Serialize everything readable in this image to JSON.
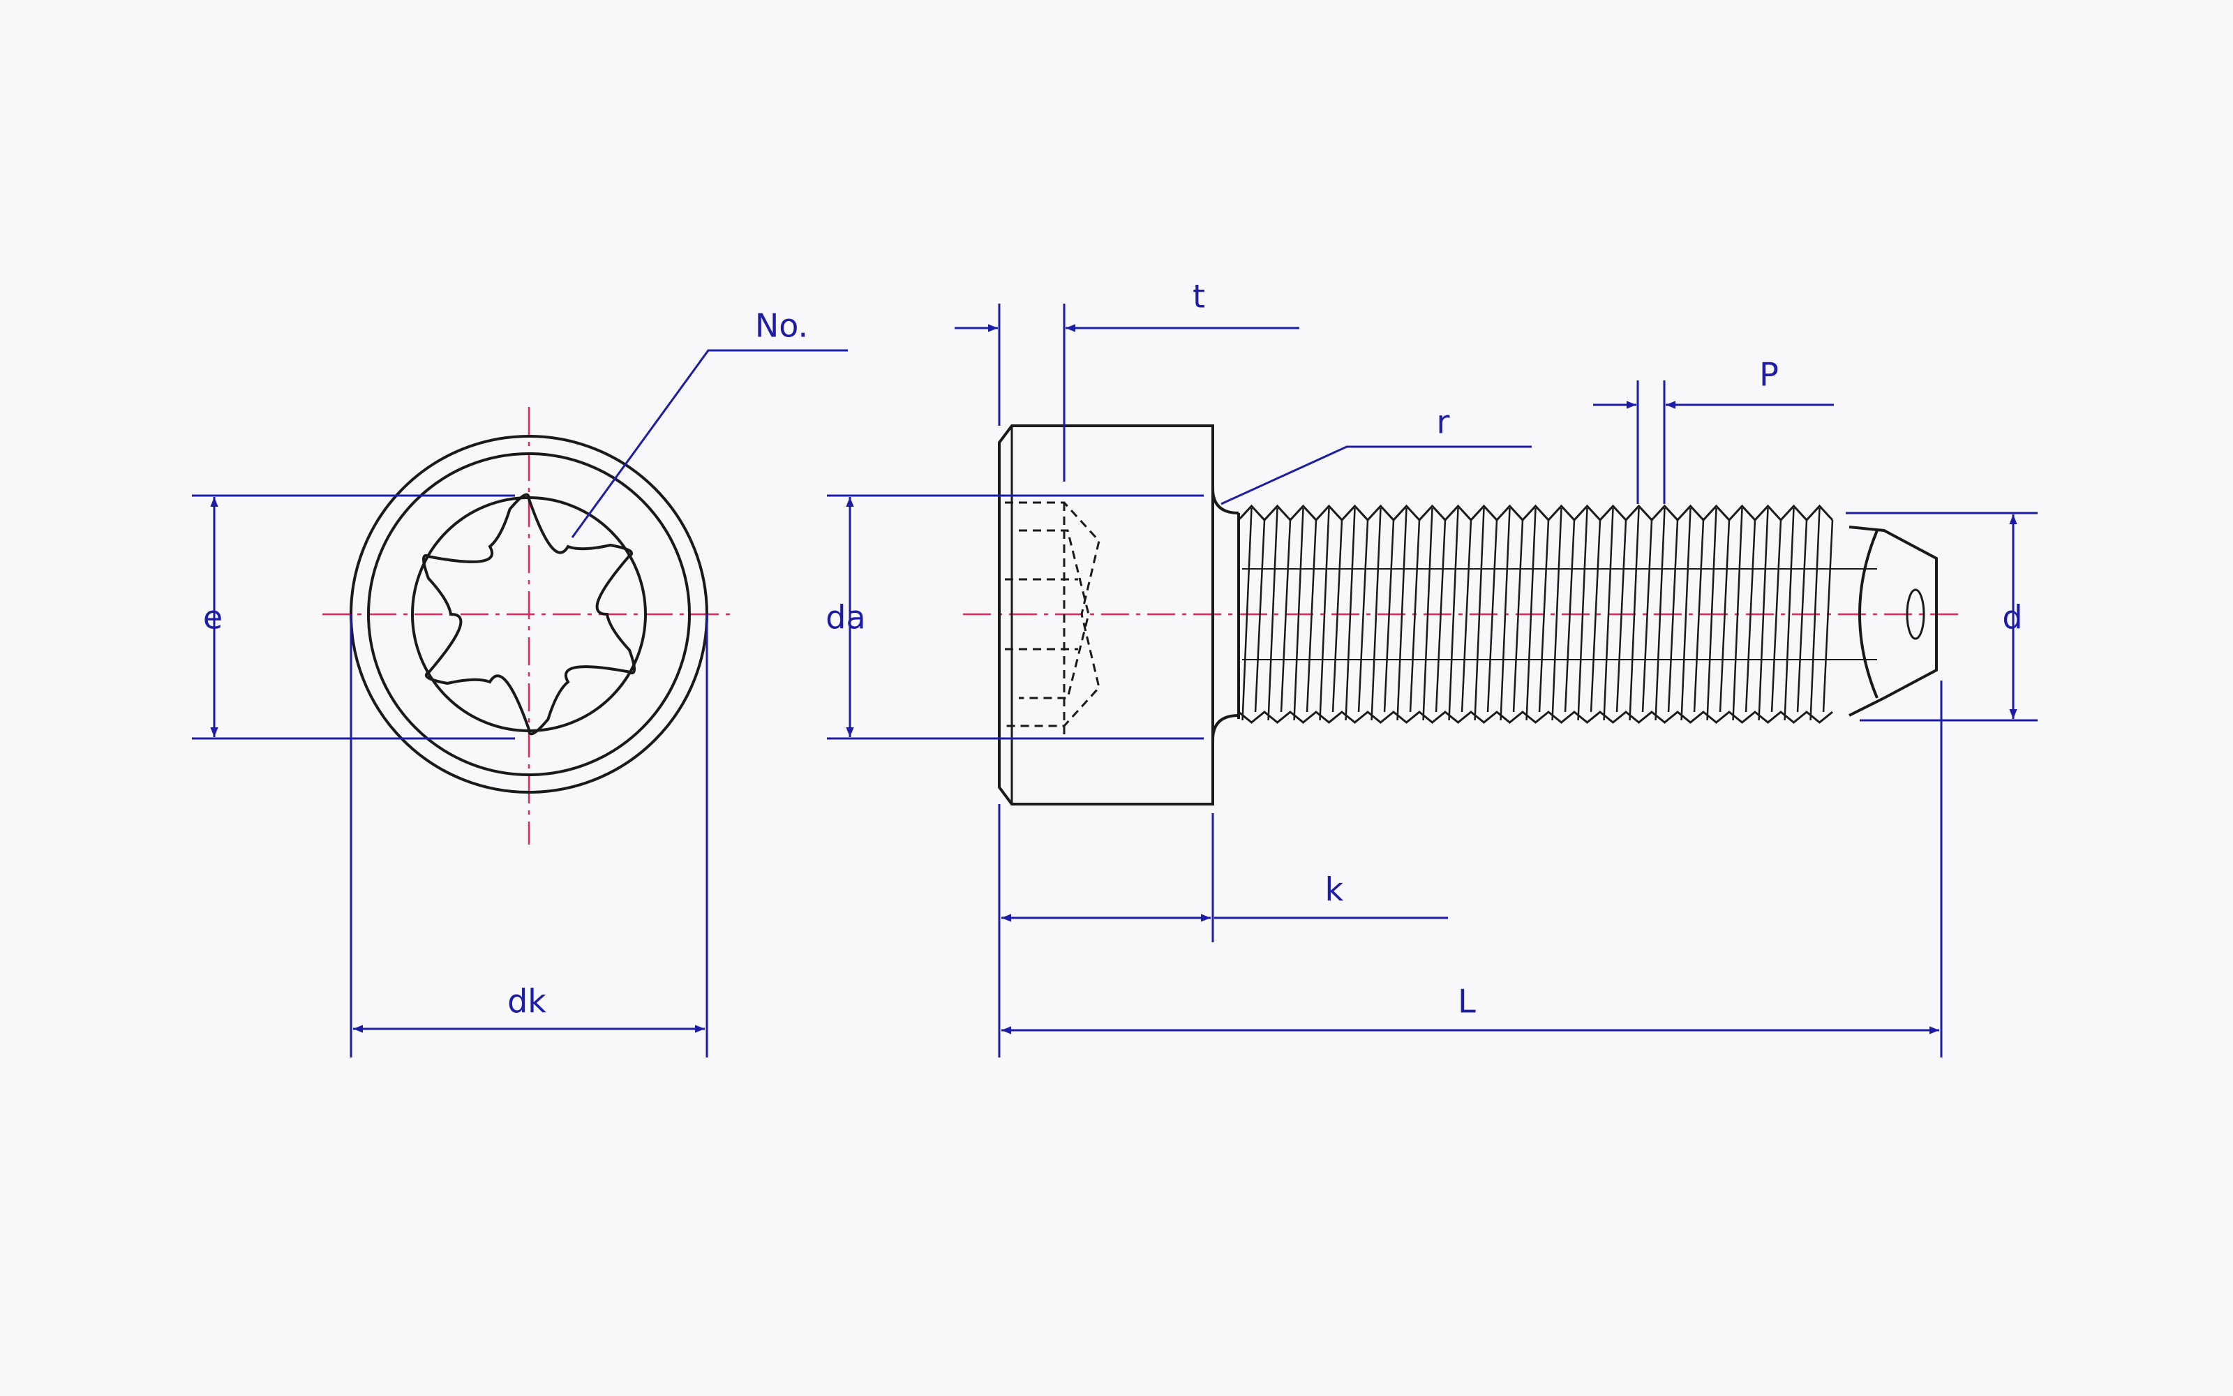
{
  "labels": {
    "drive_number": "No.",
    "e": "e",
    "dk": "dk",
    "da": "da",
    "t": "t",
    "r": "r",
    "P": "P",
    "d": "d",
    "k": "k",
    "L": "L"
  },
  "colors": {
    "background": "#f8f8fa",
    "outline": "#1a1a1a",
    "dimension": "#1c1ca8",
    "centerline": "#e0285a"
  }
}
